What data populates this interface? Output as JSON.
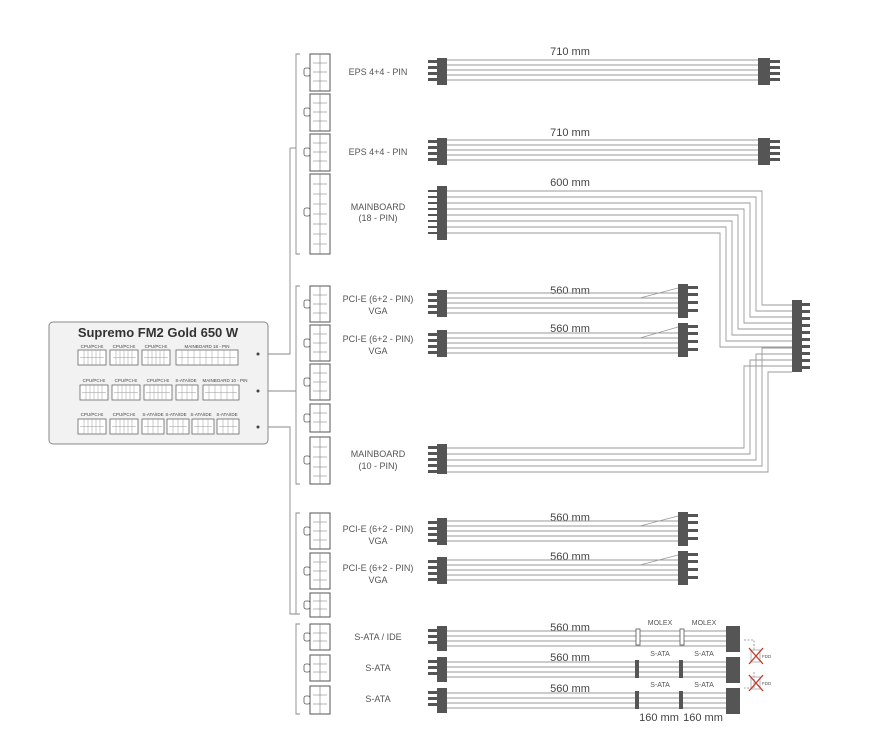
{
  "psu": {
    "title": "Supremo FM2 Gold 650 W",
    "row1_labels": [
      "CPU/PCI-E",
      "CPU/PCI-E",
      "CPU/PCI-E",
      "MAINBOARD 18 - PIN"
    ],
    "row2_labels": [
      "CPU/PCI-E",
      "CPU/PCI-E",
      "CPU/PCI-E",
      "S-ATA/IDE",
      "MAINBOARD 10 - PIN"
    ],
    "row3_labels": [
      "CPU/PCI-E",
      "CPU/PCI-E",
      "S-ATA/IDE",
      "S-ATA/IDE",
      "S-ATA/IDE",
      "S-ATA/IDE"
    ]
  },
  "cables": [
    {
      "label": "EPS 4+4 - PIN",
      "length": "710 mm"
    },
    {
      "label": "EPS 4+4 - PIN",
      "length": "710 mm"
    },
    {
      "label": "MAINBOARD",
      "label2": "(18 - PIN)",
      "length": "600 mm"
    },
    {
      "label": "PCI-E (6+2 - PIN)",
      "label2": "VGA",
      "length": "560 mm"
    },
    {
      "label": "PCI-E (6+2 - PIN)",
      "label2": "VGA",
      "length": "560 mm"
    },
    {
      "label": "MAINBOARD",
      "label2": "(10 - PIN)"
    },
    {
      "label": "PCI-E (6+2 - PIN)",
      "label2": "VGA",
      "length": "560 mm"
    },
    {
      "label": "PCI-E (6+2 - PIN)",
      "label2": "VGA",
      "length": "560 mm"
    },
    {
      "label": "S-ATA / IDE",
      "length": "560 mm"
    },
    {
      "label": "S-ATA",
      "length": "560 mm"
    },
    {
      "label": "S-ATA",
      "length": "560 mm"
    }
  ],
  "peripheral": {
    "molex_1": "MOLEX",
    "molex_2": "MOLEX",
    "sata_labels": [
      "S-ATA",
      "S-ATA",
      "S-ATA",
      "S-ATA"
    ],
    "seg_1": "160 mm",
    "seg_2": "160 mm",
    "fdd": [
      "FDD",
      "FDD"
    ]
  }
}
